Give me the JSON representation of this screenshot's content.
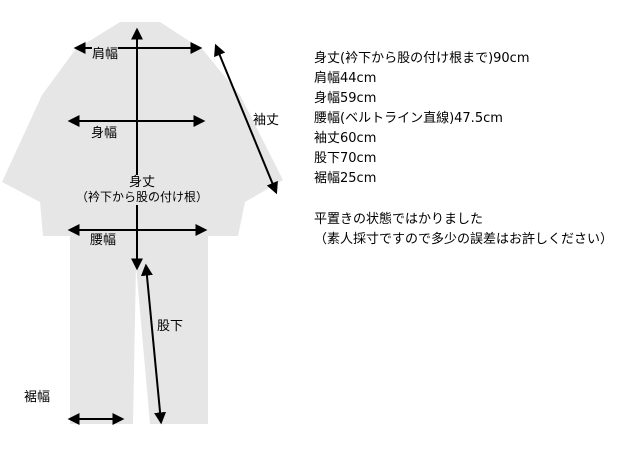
{
  "diagram": {
    "labels": {
      "shoulder_width": "肩幅",
      "body_width": "身幅",
      "body_length_title": "身丈",
      "body_length_sub": "（衿下から股の付け根）",
      "waist_width": "腰幅",
      "sleeve_length": "袖丈",
      "inseam": "股下",
      "hem_width": "裾幅"
    }
  },
  "specs": [
    "身丈(衿下から股の付け根まで)90cm",
    "肩幅44cm",
    "身幅59cm",
    "腰幅(ベルトライン直線)47.5cm",
    "袖丈60cm",
    "股下70cm",
    "裾幅25cm"
  ],
  "notes": [
    "平置きの状態ではかりました",
    "（素人採寸ですので多少の誤差はお許しください）"
  ],
  "colors": {
    "garment": "#e6e6e6",
    "arrows": "#000000",
    "background": "#ffffff"
  }
}
